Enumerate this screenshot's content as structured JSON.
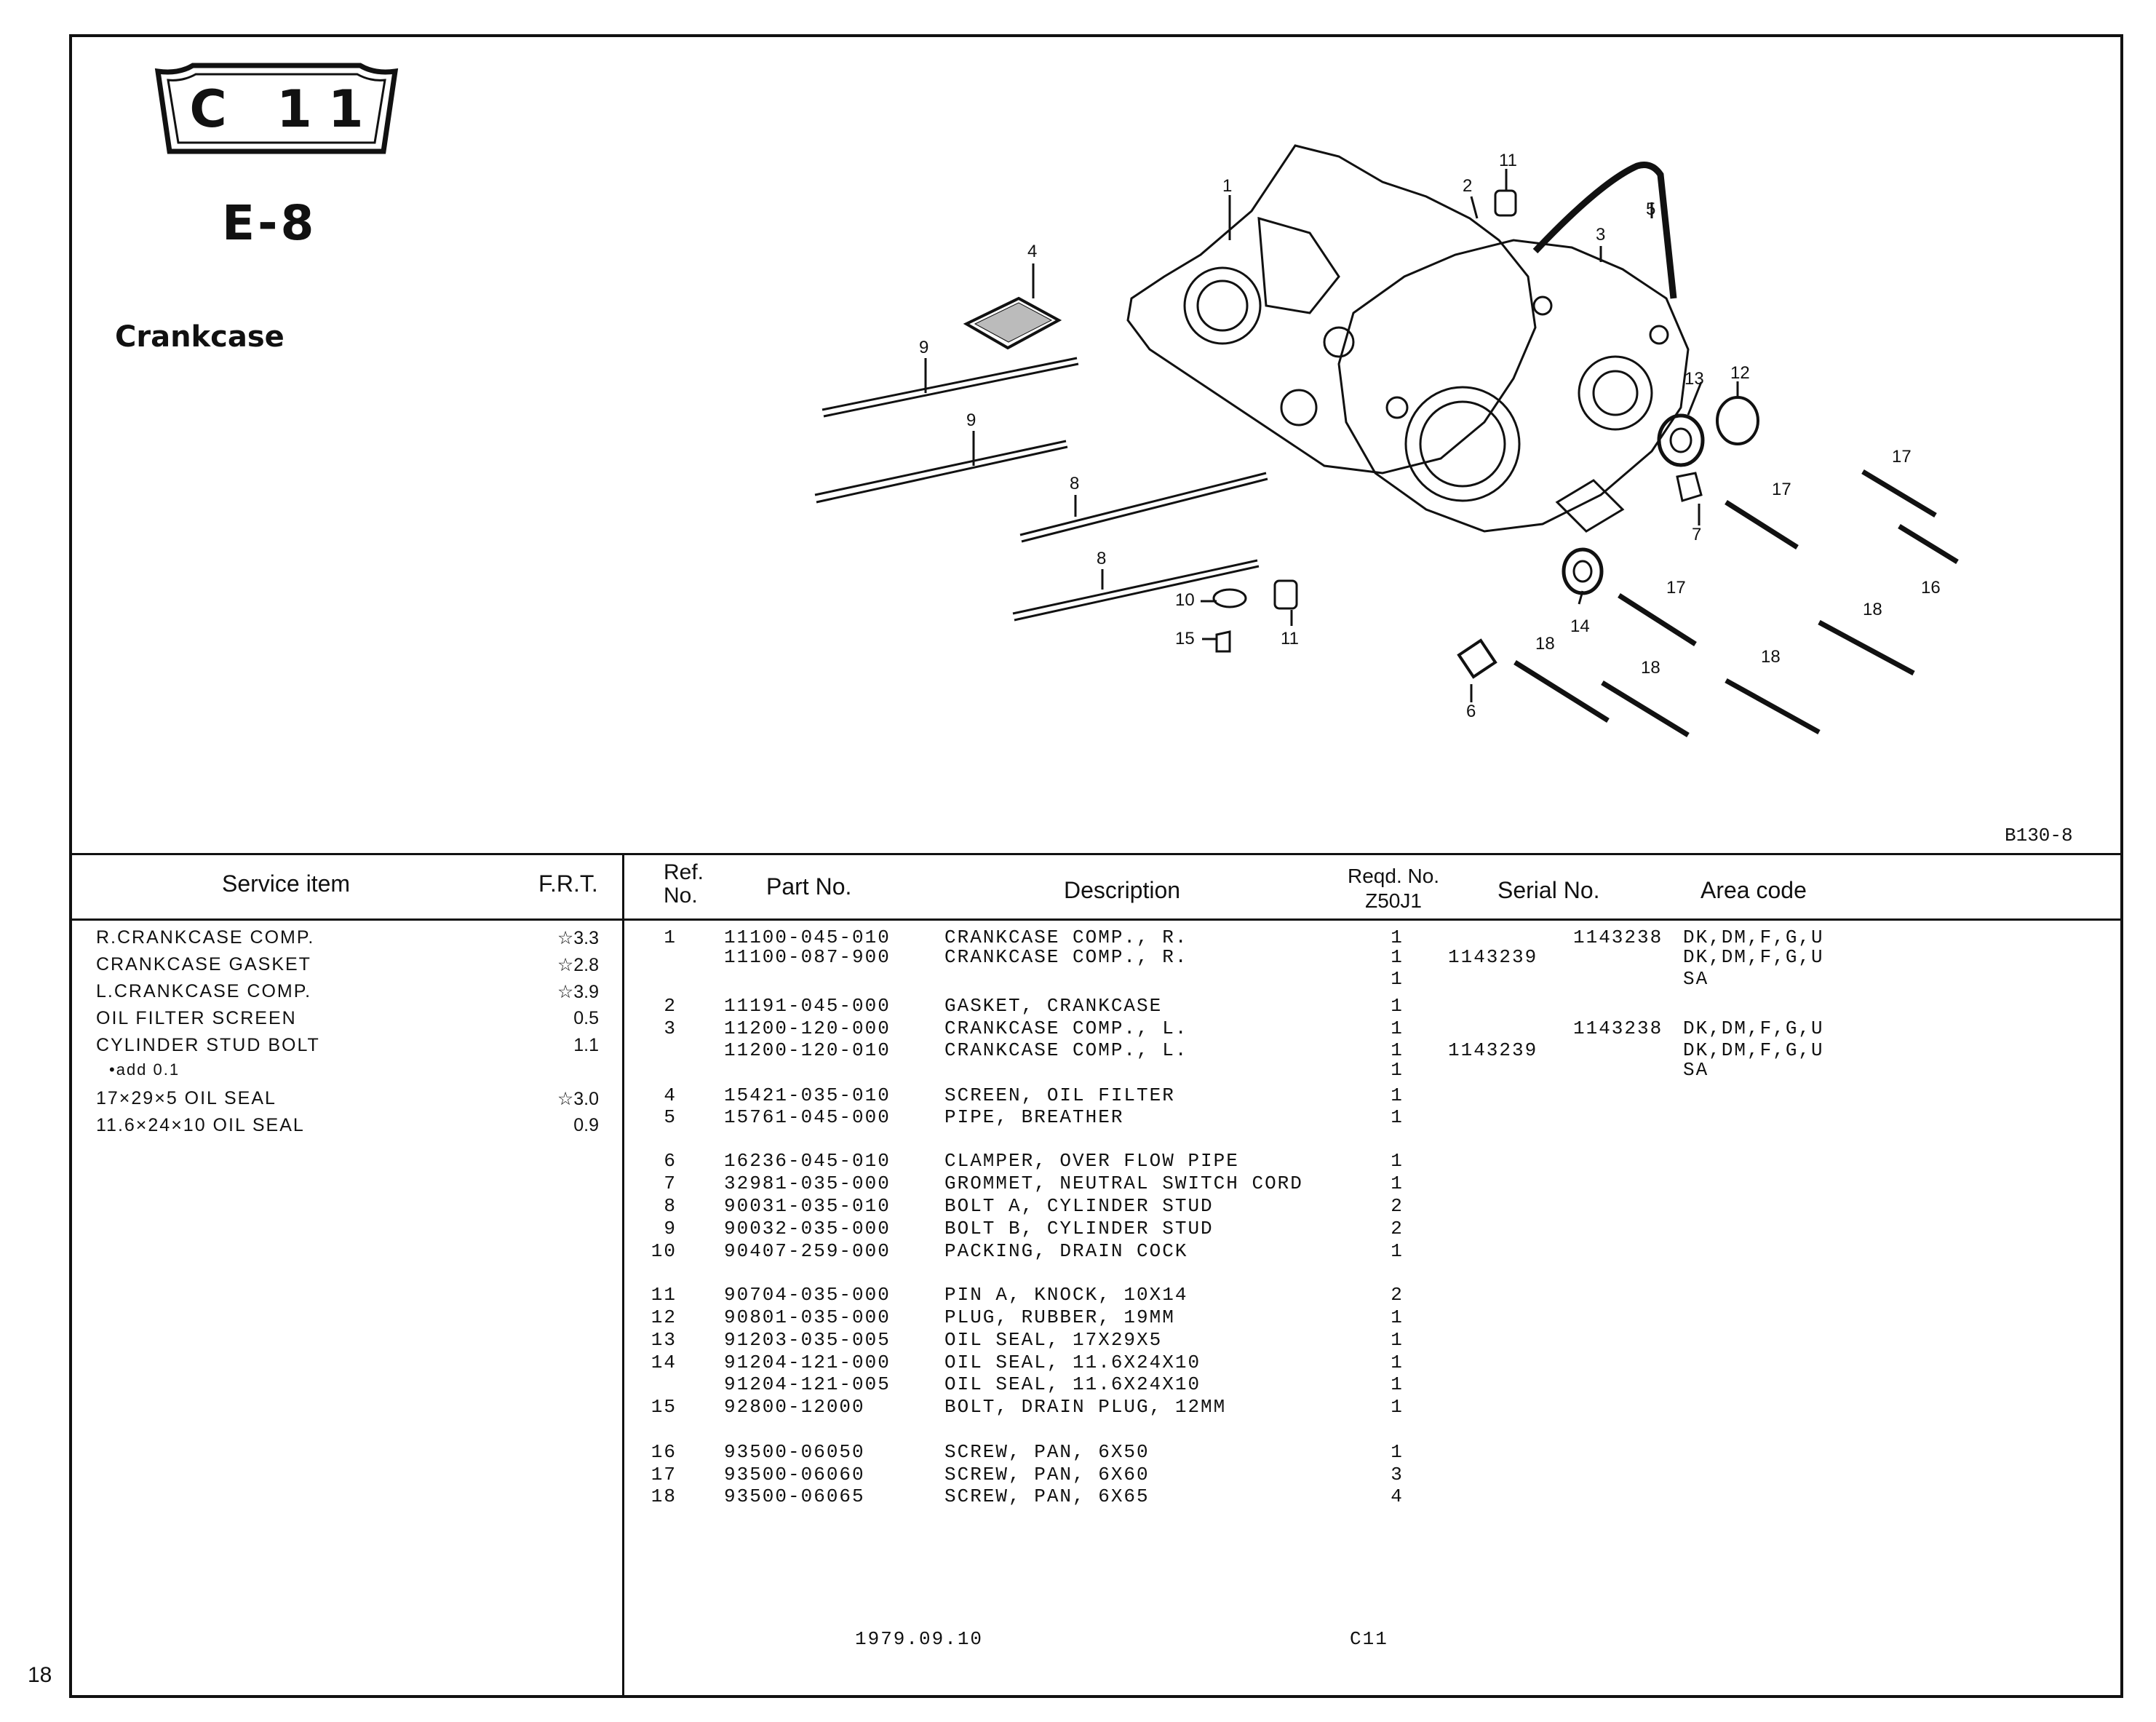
{
  "page_number": "18",
  "logo": {
    "code": "C 11"
  },
  "section": "E-8",
  "title": "Crankcase",
  "figure_code": "B130-8",
  "callouts": [
    "1",
    "2",
    "3",
    "4",
    "5",
    "6",
    "7",
    "8",
    "8",
    "9",
    "9",
    "10",
    "11",
    "11",
    "12",
    "13",
    "14",
    "15",
    "16",
    "17",
    "17",
    "17",
    "18",
    "18",
    "18",
    "18"
  ],
  "service_table": {
    "headers": {
      "item": "Service item",
      "frt": "F.R.T."
    },
    "rows": [
      {
        "item": "R.CRANKCASE COMP.",
        "frt": "☆3.3"
      },
      {
        "item": "CRANKCASE GASKET",
        "frt": "☆2.8"
      },
      {
        "item": "L.CRANKCASE COMP.",
        "frt": "☆3.9"
      },
      {
        "item": "OIL FILTER SCREEN",
        "frt": "0.5"
      },
      {
        "item": "CYLINDER STUD BOLT",
        "frt": "1.1"
      },
      {
        "item": "•add 0.1",
        "frt": ""
      },
      {
        "item": "17×29×5 OIL SEAL",
        "frt": "☆3.0"
      },
      {
        "item": "11.6×24×10 OIL SEAL",
        "frt": "0.9"
      }
    ]
  },
  "parts_table": {
    "headers": {
      "ref": "Ref.\nNo.",
      "part": "Part No.",
      "desc": "Description",
      "reqd": "Reqd. No.\nZ50J1",
      "serial": "Serial No.",
      "area": "Area code"
    },
    "rows": [
      {
        "ref": "1",
        "part": "11100-045-010",
        "desc": "CRANKCASE COMP., R.",
        "qty": "1",
        "serial": "1143238",
        "area": "DK,DM,F,G,U"
      },
      {
        "ref": "",
        "part": "11100-087-900",
        "desc": "CRANKCASE COMP., R.",
        "qty": "1",
        "serial": "1143239",
        "area": "DK,DM,F,G,U"
      },
      {
        "ref": "",
        "part": "",
        "desc": "",
        "qty": "1",
        "serial": "",
        "area": "SA"
      },
      {
        "ref": "2",
        "part": "11191-045-000",
        "desc": "GASKET, CRANKCASE",
        "qty": "1",
        "serial": "",
        "area": ""
      },
      {
        "ref": "3",
        "part": "11200-120-000",
        "desc": "CRANKCASE COMP., L.",
        "qty": "1",
        "serial": "1143238",
        "area": "DK,DM,F,G,U"
      },
      {
        "ref": "",
        "part": "11200-120-010",
        "desc": "CRANKCASE COMP., L.",
        "qty": "1",
        "serial": "1143239",
        "area": "DK,DM,F,G,U"
      },
      {
        "ref": "",
        "part": "",
        "desc": "",
        "qty": "1",
        "serial": "",
        "area": "SA"
      },
      {
        "ref": "4",
        "part": "15421-035-010",
        "desc": "SCREEN, OIL FILTER",
        "qty": "1",
        "serial": "",
        "area": ""
      },
      {
        "ref": "5",
        "part": "15761-045-000",
        "desc": "PIPE, BREATHER",
        "qty": "1",
        "serial": "",
        "area": ""
      },
      {
        "ref": "6",
        "part": "16236-045-010",
        "desc": "CLAMPER, OVER FLOW PIPE",
        "qty": "1",
        "serial": "",
        "area": ""
      },
      {
        "ref": "7",
        "part": "32981-035-000",
        "desc": "GROMMET, NEUTRAL SWITCH CORD",
        "qty": "1",
        "serial": "",
        "area": ""
      },
      {
        "ref": "8",
        "part": "90031-035-010",
        "desc": "BOLT A, CYLINDER STUD",
        "qty": "2",
        "serial": "",
        "area": ""
      },
      {
        "ref": "9",
        "part": "90032-035-000",
        "desc": "BOLT B, CYLINDER STUD",
        "qty": "2",
        "serial": "",
        "area": ""
      },
      {
        "ref": "10",
        "part": "90407-259-000",
        "desc": "PACKING, DRAIN COCK",
        "qty": "1",
        "serial": "",
        "area": ""
      },
      {
        "ref": "11",
        "part": "90704-035-000",
        "desc": "PIN A, KNOCK, 10X14",
        "qty": "2",
        "serial": "",
        "area": ""
      },
      {
        "ref": "12",
        "part": "90801-035-000",
        "desc": "PLUG, RUBBER, 19MM",
        "qty": "1",
        "serial": "",
        "area": ""
      },
      {
        "ref": "13",
        "part": "91203-035-005",
        "desc": "OIL SEAL, 17X29X5",
        "qty": "1",
        "serial": "",
        "area": ""
      },
      {
        "ref": "14",
        "part": "91204-121-000",
        "desc": "OIL SEAL, 11.6X24X10",
        "qty": "1",
        "serial": "",
        "area": ""
      },
      {
        "ref": "",
        "part": "91204-121-005",
        "desc": "OIL SEAL, 11.6X24X10",
        "qty": "1",
        "serial": "",
        "area": ""
      },
      {
        "ref": "15",
        "part": "92800-12000",
        "desc": "BOLT, DRAIN PLUG, 12MM",
        "qty": "1",
        "serial": "",
        "area": ""
      },
      {
        "ref": "16",
        "part": "93500-06050",
        "desc": "SCREW, PAN, 6X50",
        "qty": "1",
        "serial": "",
        "area": ""
      },
      {
        "ref": "17",
        "part": "93500-06060",
        "desc": "SCREW, PAN, 6X60",
        "qty": "3",
        "serial": "",
        "area": ""
      },
      {
        "ref": "18",
        "part": "93500-06065",
        "desc": "SCREW, PAN, 6X65",
        "qty": "4",
        "serial": "",
        "area": ""
      }
    ]
  },
  "footer": {
    "date": "1979.09.10",
    "code": "C11"
  }
}
